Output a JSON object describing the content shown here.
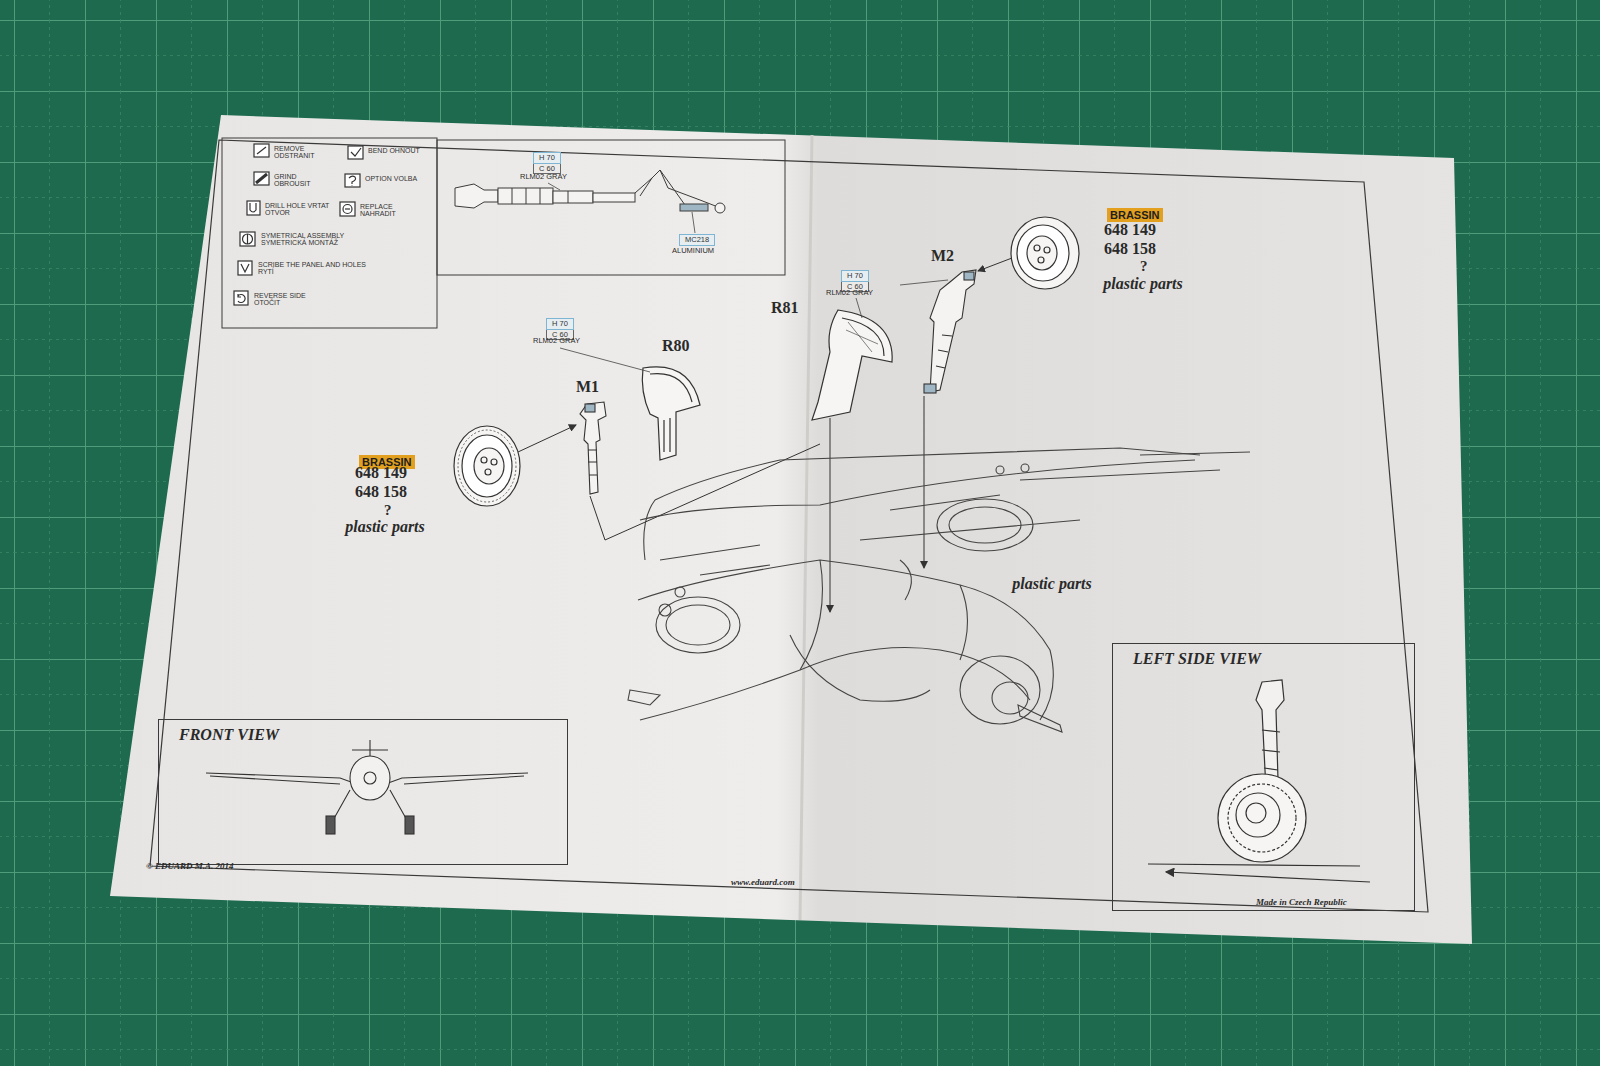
{
  "diagram": {
    "nodes": [
      {
        "text": [
          "H 70",
          "C 60"
        ]
      },
      {
        "text": [
          "MC218"
        ]
      },
      {
        "text": [
          "H 70",
          "C 60"
        ]
      },
      {
        "text": [
          "H 70",
          "C 60"
        ]
      },
      {
        "text": [
          "BRASSIN"
        ]
      },
      {
        "text": [
          "BRASSIN"
        ]
      },
      {
        "text": [
          "FRONT VIEW"
        ]
      },
      {
        "text": [
          "LEFT SIDE VIEW"
        ]
      }
    ],
    "labels": [
      "RLM02 GRAY",
      "ALUMINIUM",
      "M2",
      "648 149",
      "648 158",
      "?",
      "plastic parts",
      "RLM02 GRAY",
      "R81",
      "RLM02 GRAY",
      "R80",
      "M1",
      "648 149",
      "648 158",
      "?",
      "plastic parts",
      "plastic parts",
      "© EDUARD M.A. 2014",
      "www.eduard.com",
      "Made in Czech Republic"
    ],
    "legend": [
      {
        "text": "REMOVE ODSTRANIT"
      },
      {
        "text": "BEND OHNOUT"
      },
      {
        "text": "GRIND OBROUSIT"
      },
      {
        "text": "OPTION VOLBA"
      },
      {
        "text": "DRILL HOLE VRTAT OTVOR"
      },
      {
        "text": "REPLACE NAHRADIT"
      },
      {
        "text": "SYMETRICAL ASSEMBLY SYMETRICKÁ MONTÁŽ"
      },
      {
        "text": "SCRIBE THE PANEL AND HOLES RYTÍ"
      },
      {
        "text": "REVERSE SIDE OTOČIT"
      }
    ]
  }
}
